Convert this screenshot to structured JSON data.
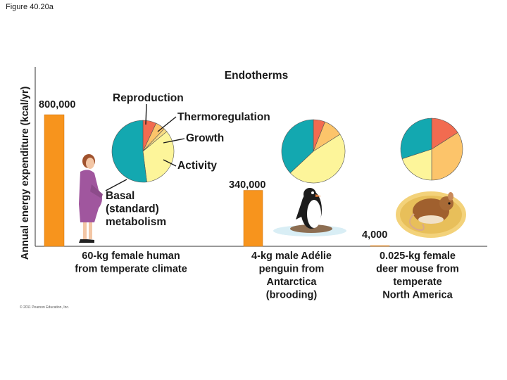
{
  "figure_label": "Figure 40.20a",
  "copyright": "© 2011 Pearson Education, Inc.",
  "colors": {
    "bar": "#f7941d",
    "reproduction": "#f26b50",
    "thermoregulation": "#fcc46a",
    "growth": "#f8dc84",
    "activity": "#fdf59a",
    "basal": "#13a8b0",
    "axis": "#333333"
  },
  "chart_data": {
    "type": "bar",
    "title": "Endotherms",
    "ylabel": "Annual energy expenditure (kcal/yr)",
    "ylim": [
      0,
      900000
    ],
    "grid": false,
    "categories": [
      "60-kg female human from temperate climate",
      "4-kg male Adélie penguin from Antarctica (brooding)",
      "0.025-kg female deer mouse from temperate North America"
    ],
    "category_lines": [
      [
        "60-kg female human",
        "from temperate climate"
      ],
      [
        "4-kg male Adélie",
        "penguin from",
        "Antarctica",
        "(brooding)"
      ],
      [
        "0.025-kg female",
        "deer mouse from",
        "temperate",
        "North America"
      ]
    ],
    "values": [
      800000,
      340000,
      4000
    ],
    "value_labels": [
      "800,000",
      "340,000",
      "4,000"
    ],
    "pie_components": [
      "Reproduction",
      "Thermoregulation",
      "Growth",
      "Activity",
      "Basal (standard) metabolism"
    ],
    "basal_label_lines": [
      "Basal",
      "(standard)",
      "metabolism"
    ],
    "pies": [
      {
        "values": [
          7,
          5,
          2,
          34,
          52
        ]
      },
      {
        "values": [
          6,
          10,
          0,
          47,
          37
        ]
      },
      {
        "values": [
          16,
          34,
          0,
          20,
          30
        ]
      }
    ],
    "illustrations": [
      "woman-figure",
      "penguin-figure",
      "deer-mouse-figure"
    ]
  }
}
